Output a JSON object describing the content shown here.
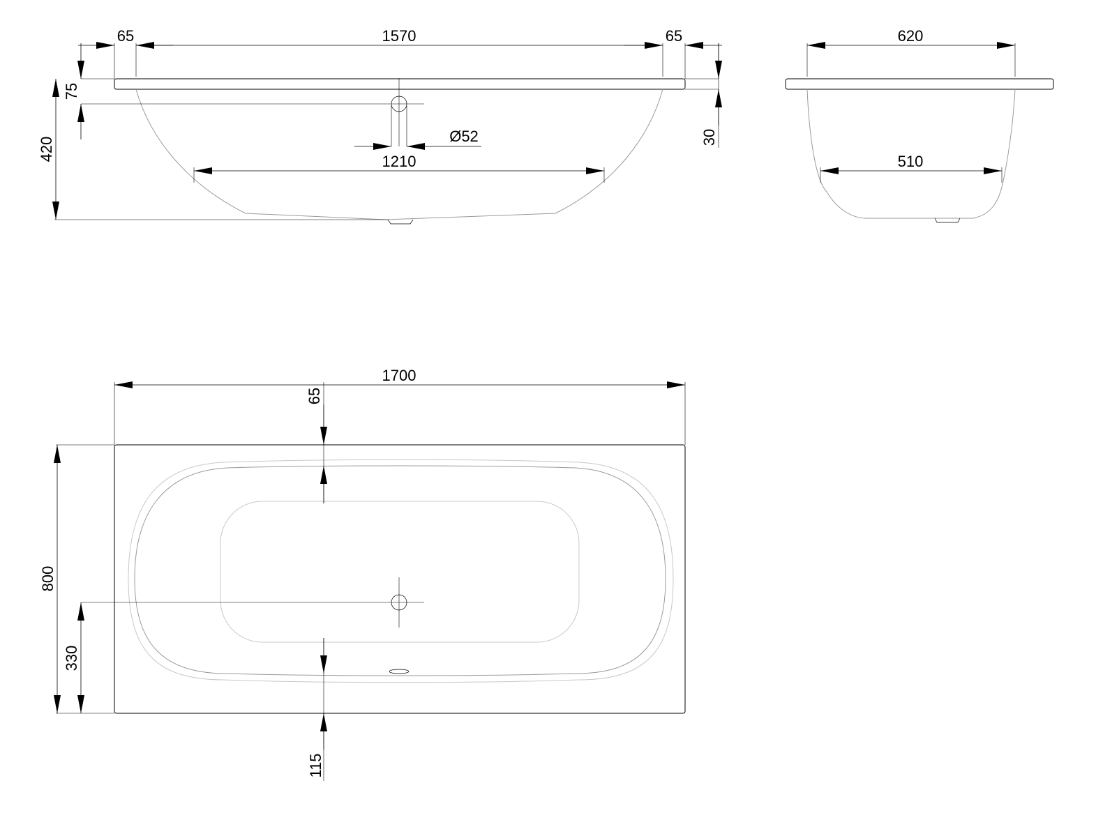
{
  "side_view": {
    "left_rim": "65",
    "inner_length": "1570",
    "right_rim": "65",
    "rim_thickness": "75",
    "height": "420",
    "drain_diameter": "Ø52",
    "bottom_length": "1210",
    "right_rim_drop": "30"
  },
  "end_view": {
    "width": "620",
    "bottom_width": "510"
  },
  "top_view": {
    "length": "1700",
    "rim_top": "65",
    "width": "800",
    "drain_offset": "330",
    "rim_bottom": "115"
  }
}
